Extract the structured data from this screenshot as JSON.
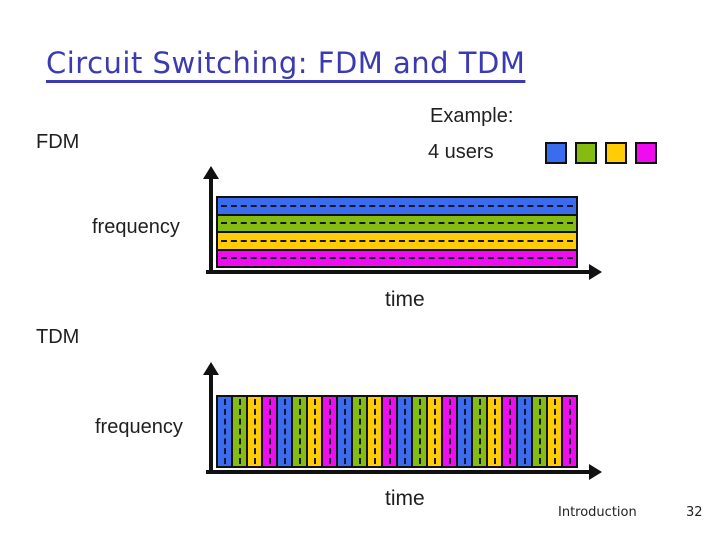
{
  "title": "Circuit Switching: FDM and TDM",
  "example": {
    "heading": "Example:",
    "users": "4 users"
  },
  "legend": {
    "users": [
      {
        "name": "user-1",
        "color": "#3c6cee"
      },
      {
        "name": "user-2",
        "color": "#85bc10"
      },
      {
        "name": "user-3",
        "color": "#ffcc05"
      },
      {
        "name": "user-4",
        "color": "#ef0def"
      }
    ]
  },
  "fdm": {
    "label": "FDM",
    "y_axis_label": "frequency",
    "x_axis_label": "time",
    "band_colors_top_to_bottom": [
      "#3c6cee",
      "#85bc10",
      "#ffcc05",
      "#ef0def"
    ]
  },
  "tdm": {
    "label": "TDM",
    "y_axis_label": "frequency",
    "x_axis_label": "time",
    "slot_colors_cycle": [
      "#3c6cee",
      "#85bc10",
      "#ffcc05",
      "#ef0def"
    ],
    "slot_count": 24
  },
  "footer": {
    "section": "Introduction",
    "page": "32"
  },
  "colors": {
    "title": "#3a3ab2",
    "text": "#1f1f1f",
    "line": "#111111"
  }
}
